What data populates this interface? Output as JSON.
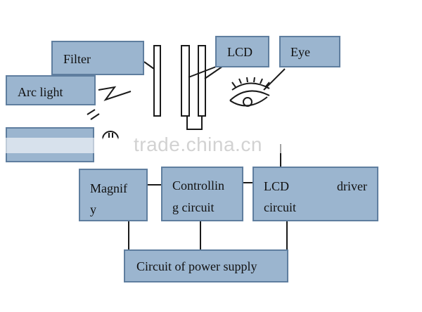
{
  "labels": {
    "filter": "Filter",
    "lcd": "LCD",
    "eye": "Eye",
    "arc_light": "Arc light",
    "magnify_line1": "Magnif",
    "magnify_line2": "y",
    "controlling_line1": "Controllin",
    "controlling_line2": "g circuit",
    "lcd_driver_word1": "LCD",
    "lcd_driver_word2": "driver",
    "lcd_driver_line2": "circuit",
    "power_supply": "Circuit of power supply"
  },
  "watermark": "trade.china.cn",
  "colors": {
    "box_fill": "#9bb5cf",
    "box_border": "#5f7e9f",
    "line": "#1a1a1a"
  }
}
